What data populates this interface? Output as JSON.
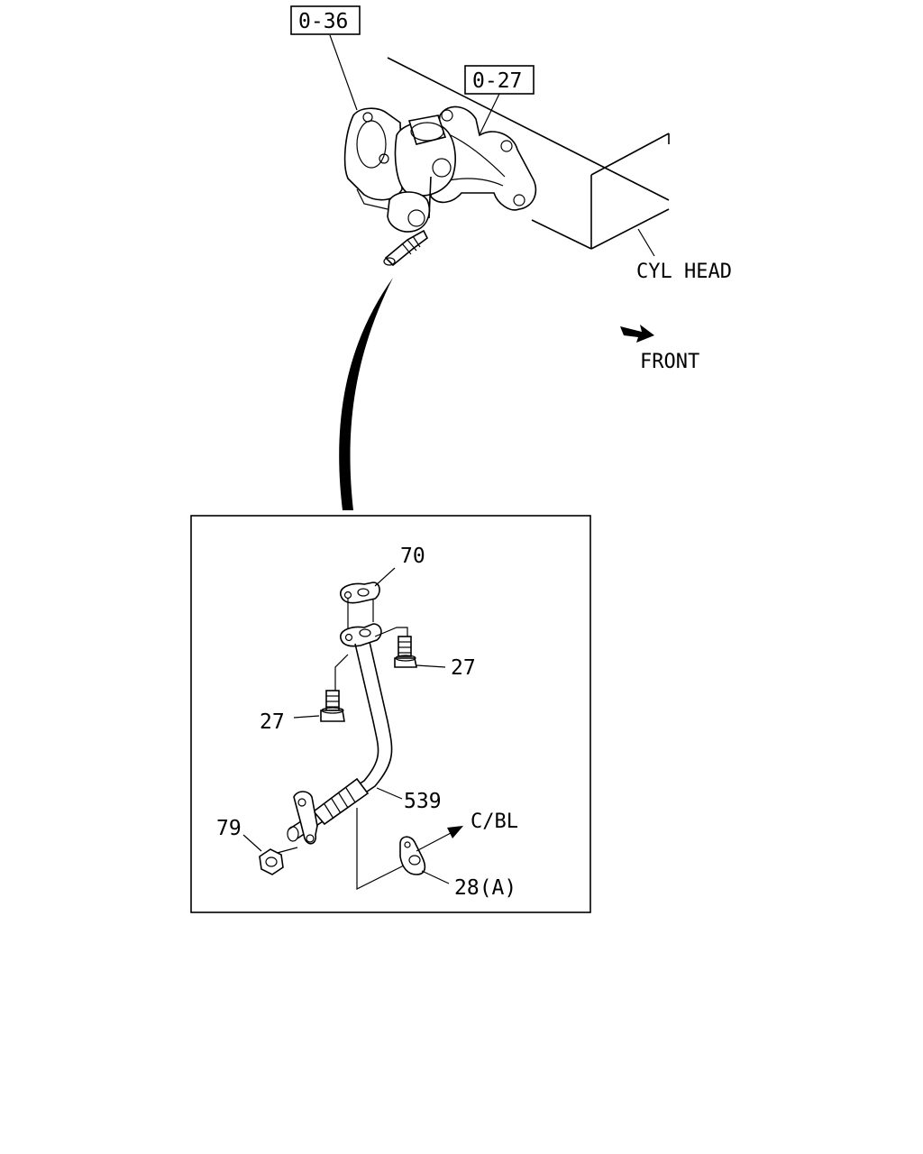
{
  "refs": {
    "turbo_ref": "0-36",
    "manifold_ref": "0-27"
  },
  "labels": {
    "cyl_head": "CYL HEAD",
    "front": "FRONT",
    "c_bl": "C/BL"
  },
  "callouts": {
    "gasket_top": "70",
    "bolt_right": "27",
    "bolt_left": "27",
    "oil_pipe": "539",
    "nut": "79",
    "gasket_bottom": "28(A)"
  }
}
